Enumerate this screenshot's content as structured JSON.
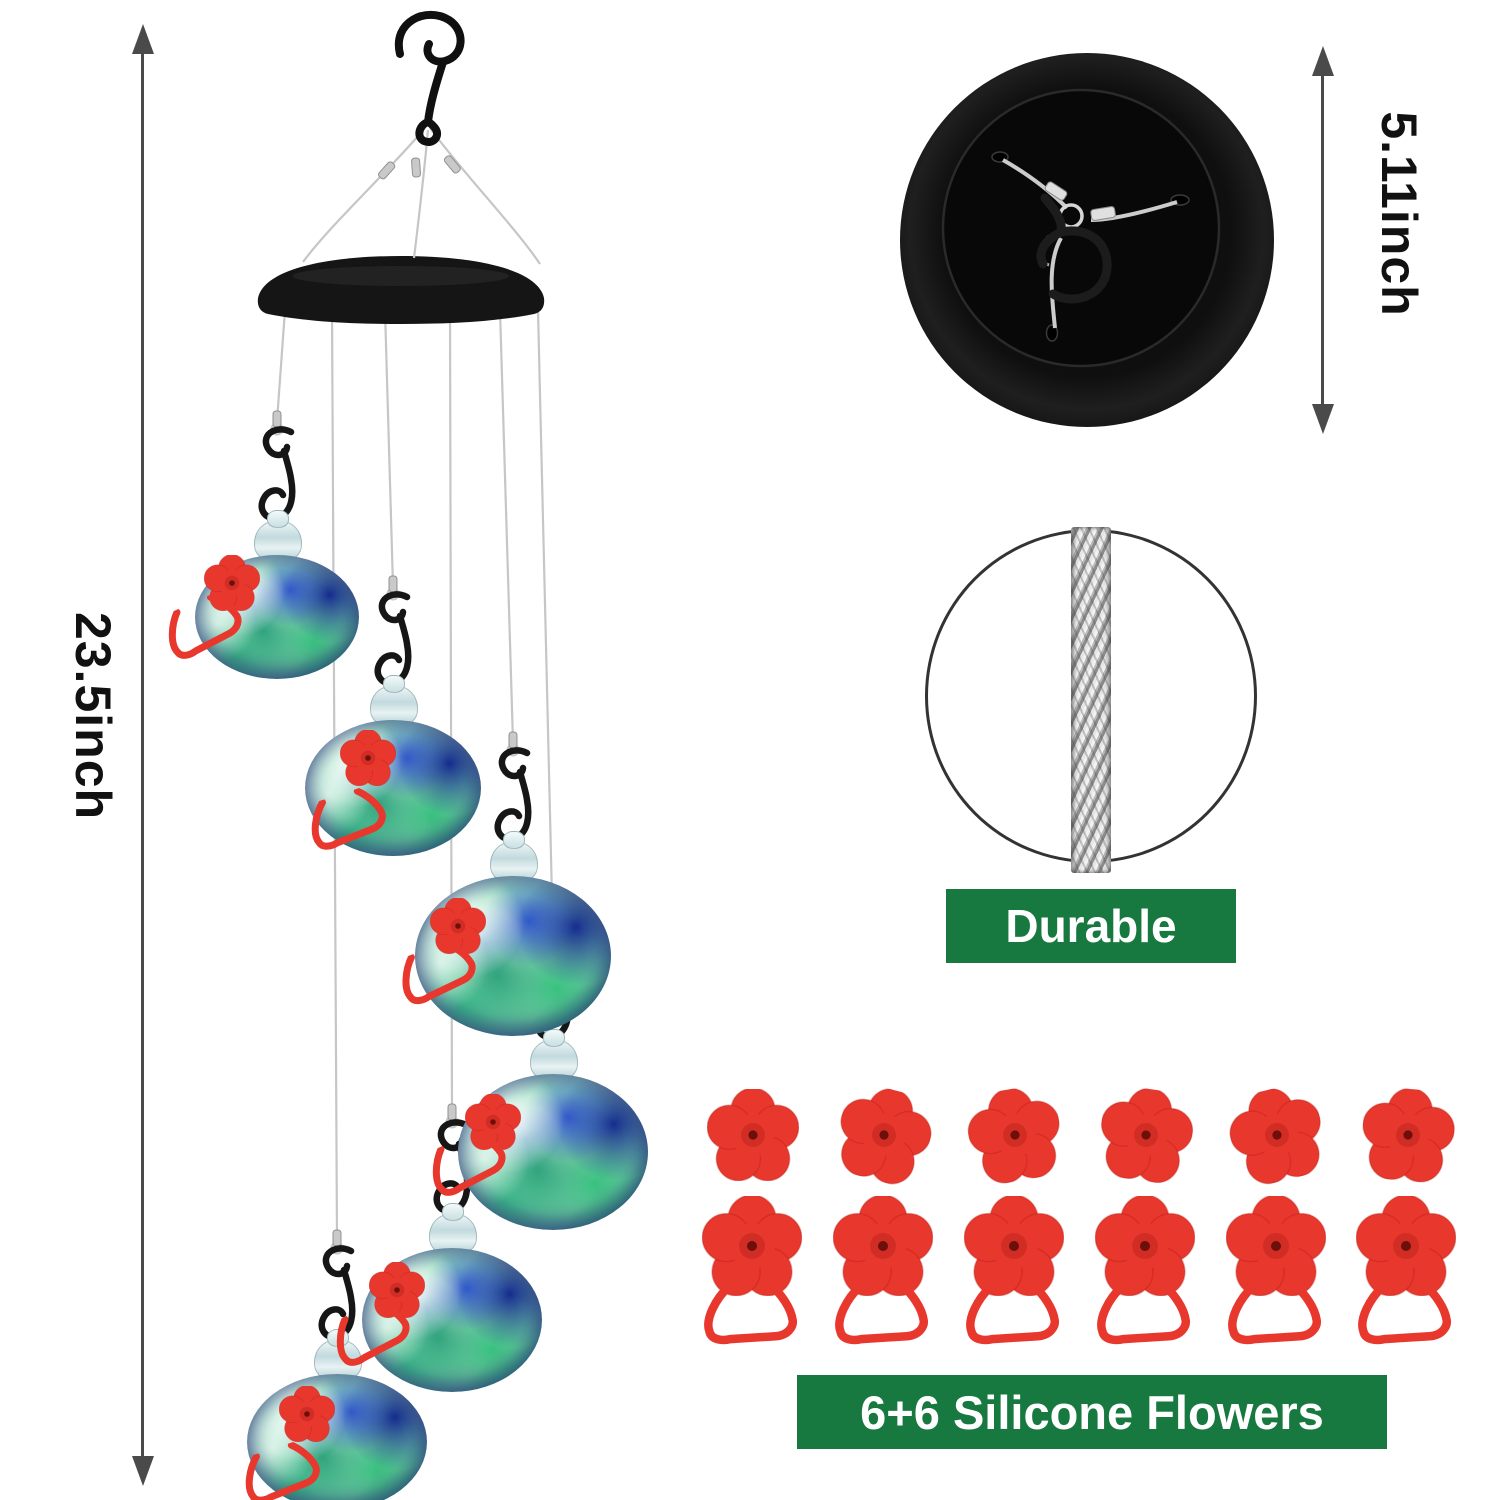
{
  "title": "Hummingbird feeder wind chime infographic",
  "annotations": {
    "chime_height": "23.5inch",
    "disc_diameter": "5.11inch"
  },
  "labels": {
    "durable": "Durable",
    "silicone_flowers": "6+6 Silicone Flowers"
  },
  "counts": {
    "feeders": 6,
    "plain_flowers": 6,
    "loop_flowers": 6
  },
  "colors": {
    "label_green": "#17793f",
    "label_text": "#ffffff",
    "flower_red": "#e8382e",
    "flower_hole_dark_red": "#6d0f0a",
    "dimension_line_gray": "#4a4a4a",
    "dimension_text": "#111111",
    "hardware_black": "#131313",
    "wire_silver": "#c6c6c6",
    "glass_blue": "#2a51c8",
    "glass_green": "#40b568",
    "background": "#ffffff"
  }
}
